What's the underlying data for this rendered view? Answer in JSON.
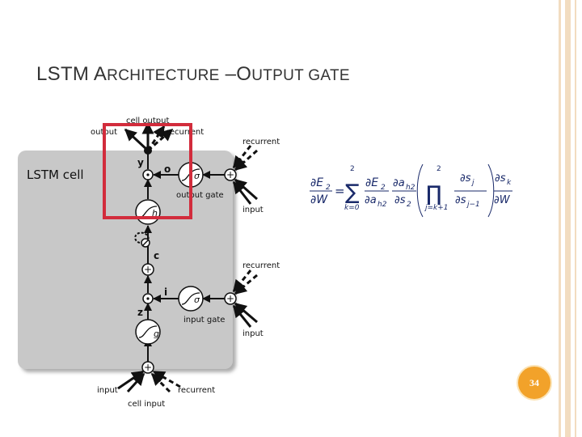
{
  "slide": {
    "title_first_big": "LSTM A",
    "title_rest1": "RCHITECTURE",
    "title_dash": " –O",
    "title_rest2": "UTPUT GATE",
    "page_number": "34"
  },
  "diagram": {
    "cell_title": "LSTM cell",
    "cell_output": "cell output",
    "cell_input": "cell input",
    "output": "output",
    "recurrent": "recurrent",
    "input": "input",
    "output_gate": "output gate",
    "input_gate": "input gate",
    "y": "y",
    "o": "o",
    "c": "c",
    "i": "i",
    "z": "z",
    "sigma": "σ",
    "h": "h",
    "g": "g"
  },
  "colors": {
    "highlight": "#d22c3c",
    "accent": "#f2a22a",
    "cell_bg": "#c8c8c8"
  }
}
